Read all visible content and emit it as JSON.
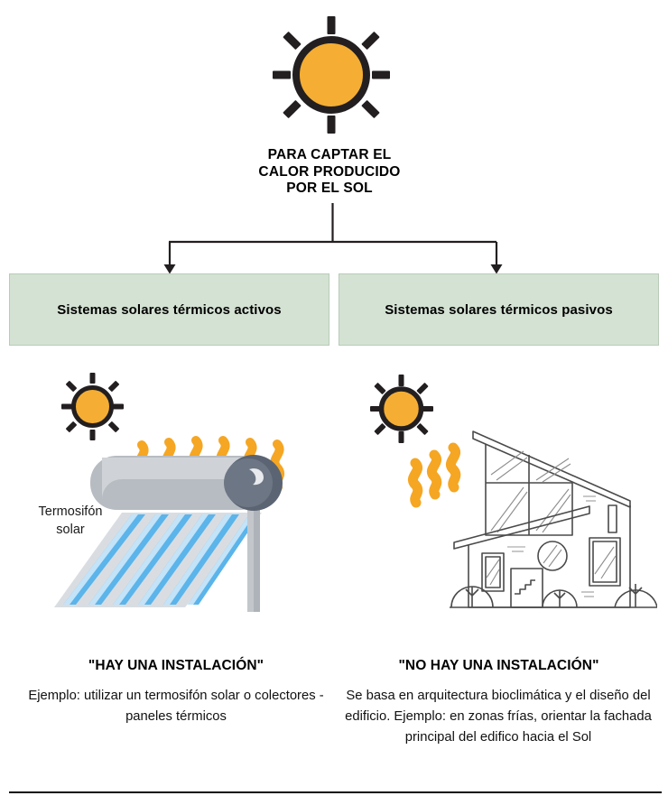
{
  "colors": {
    "sun_fill": "#f5ae33",
    "sun_outline": "#231f20",
    "heat_wave": "#f5a623",
    "box_fill": "#d4e2d3",
    "box_border": "#b9cbb8",
    "connector": "#231f20",
    "panel_gray": "#c9ccd1",
    "panel_dark_gray": "#8e949c",
    "tube_blue": "#5bb4ea",
    "tube_light_blue": "#c5e4f7",
    "house_line": "#404040",
    "divider": "#0d0d0d"
  },
  "top": {
    "sun_icon": "sun-icon",
    "caption_line1": "PARA CAPTAR EL",
    "caption_line2": "CALOR PRODUCIDO",
    "caption_line3": "POR EL SOL"
  },
  "branches": {
    "active": {
      "box_label": "Sistemas solares térmicos activos",
      "illustration": "solar-thermosiphon-illustration",
      "illustration_label_line1": "Termosifón",
      "illustration_label_line2": "solar",
      "heading": "\"HAY UNA INSTALACIÓN\"",
      "body": "Ejemplo: utilizar un termosifón solar o colectores - paneles térmicos"
    },
    "passive": {
      "box_label": "Sistemas solares térmicos pasivos",
      "illustration": "bioclimatic-house-illustration",
      "heading": "\"NO HAY UNA INSTALACIÓN\"",
      "body": "Se basa en arquitectura bioclimática y el diseño del edificio. Ejemplo: en zonas frías, orientar la fachada principal del edifico hacia el Sol"
    }
  }
}
